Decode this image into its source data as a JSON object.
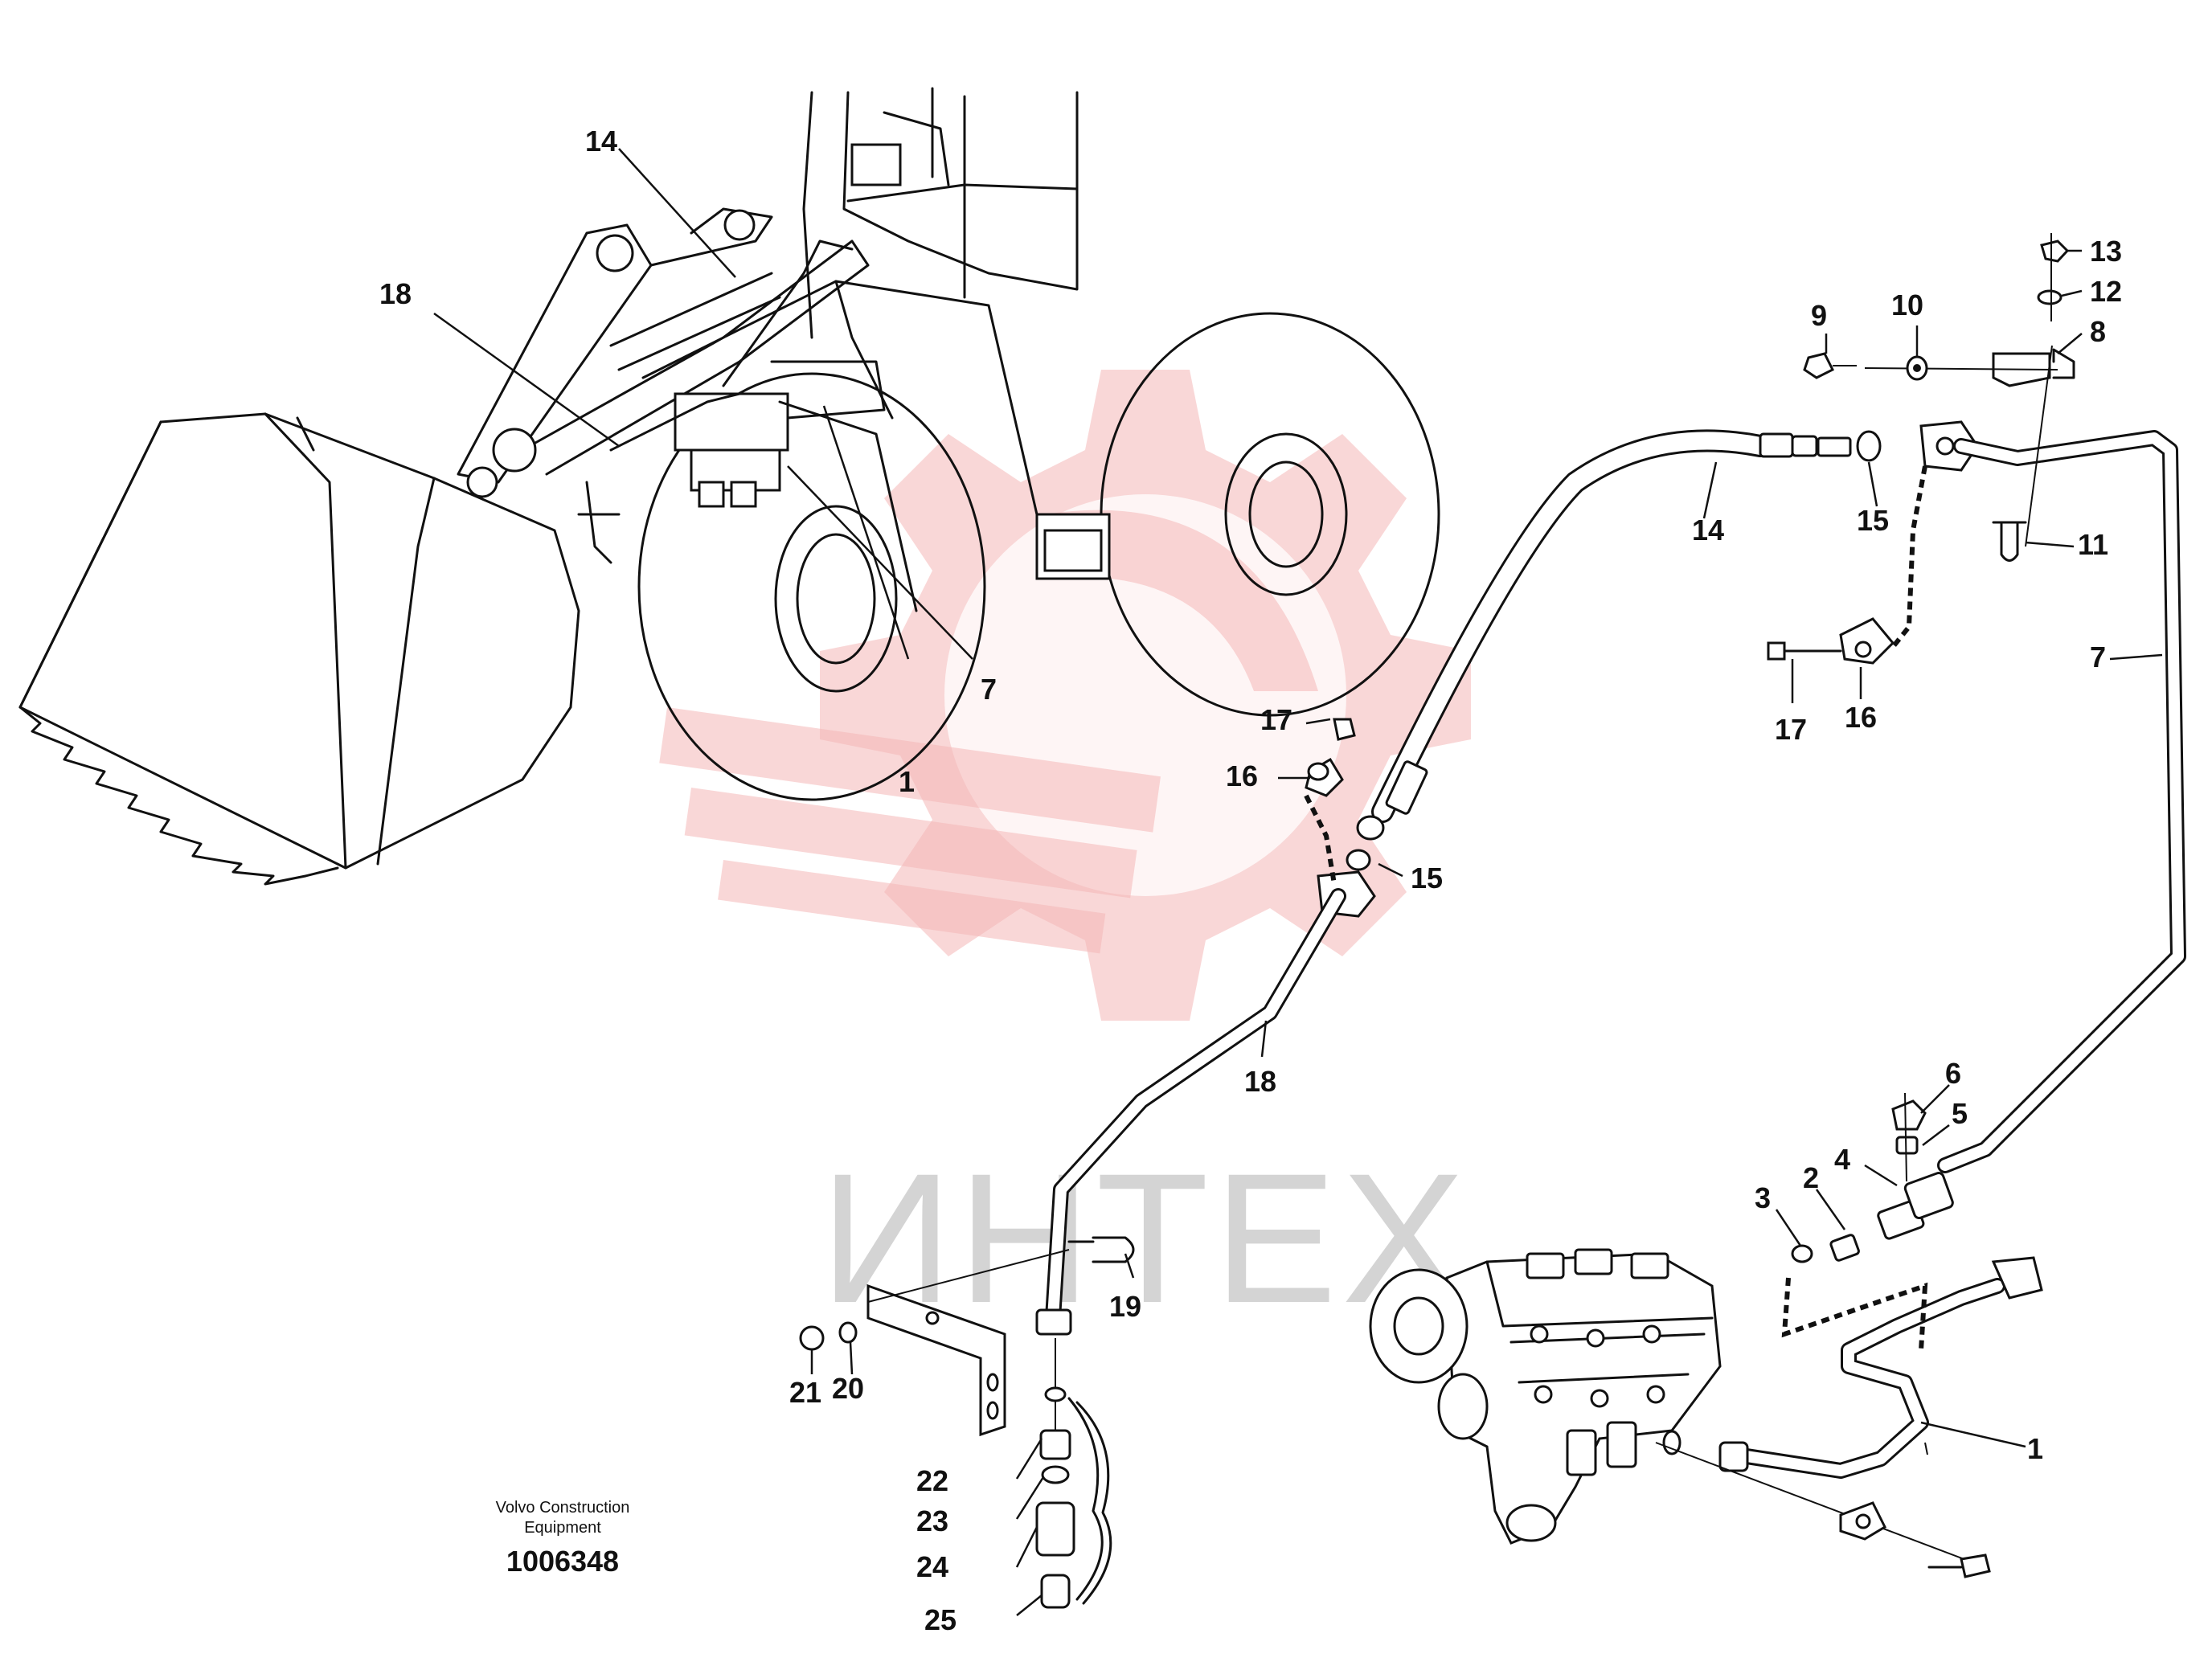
{
  "watermark": {
    "text": "ИНТЕХ",
    "color": "#f4b6b6"
  },
  "footer": {
    "company": "Volvo Construction",
    "division": "Equipment",
    "drawing_number": "1006348"
  },
  "callouts": {
    "top_left_14": "14",
    "top_left_18": "18",
    "loader_1": "1",
    "loader_7": "7",
    "c13": "13",
    "c12": "12",
    "c9": "9",
    "c10": "10",
    "c8": "8",
    "c14": "14",
    "c15_top": "15",
    "c11": "11",
    "c7": "7",
    "c17_right": "17",
    "c16_right": "16",
    "c17_left": "17",
    "c16_left": "16",
    "c15_mid": "15",
    "c18": "18",
    "c6": "6",
    "c5": "5",
    "c4": "4",
    "c2": "2",
    "c3": "3",
    "c19": "19",
    "c21": "21",
    "c20": "20",
    "c1": "1",
    "c22": "22",
    "c23": "23",
    "c24": "24",
    "c25": "25"
  }
}
